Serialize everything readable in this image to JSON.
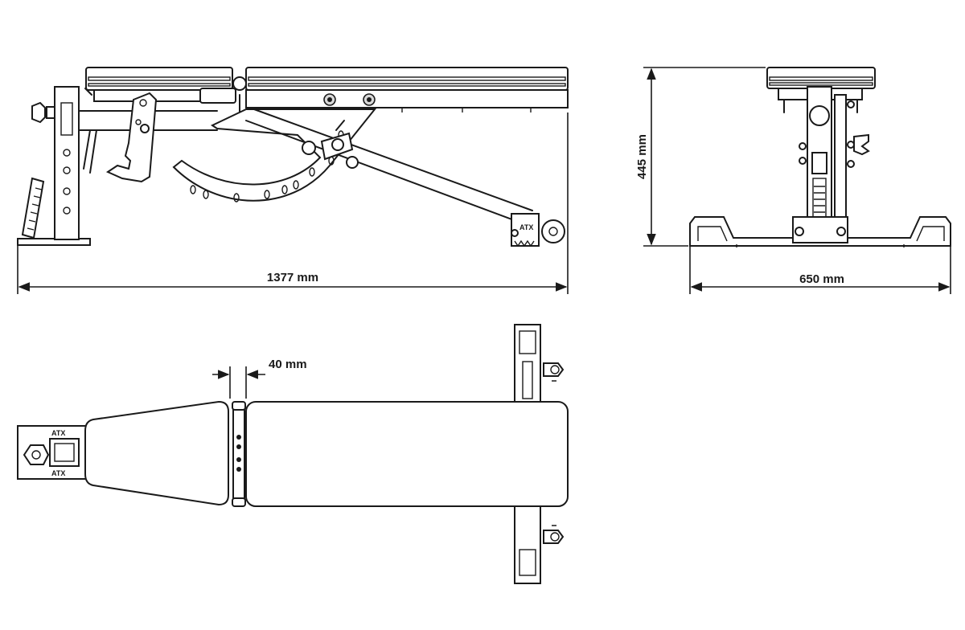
{
  "dimensions": {
    "length": "1377 mm",
    "width": "650 mm",
    "height": "445 mm",
    "gap": "40 mm"
  },
  "brand": {
    "logo": "ATX"
  }
}
